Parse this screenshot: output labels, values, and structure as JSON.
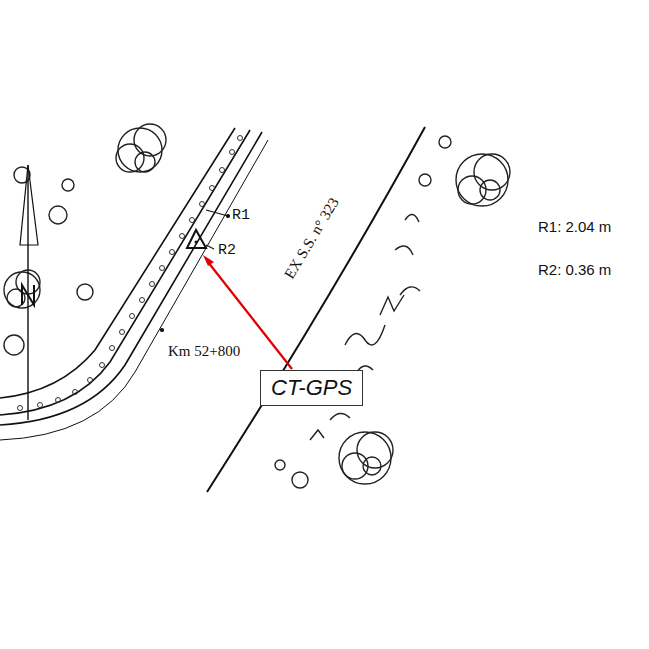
{
  "diagram": {
    "nodes": [
      {
        "text": [
          "CT-GPS"
        ]
      }
    ],
    "labels": [
      "R1",
      "R2",
      "EX S.S. n° 323",
      "Km 52+800",
      "R1: 2.04 m",
      "R2: 0.36 m"
    ]
  }
}
